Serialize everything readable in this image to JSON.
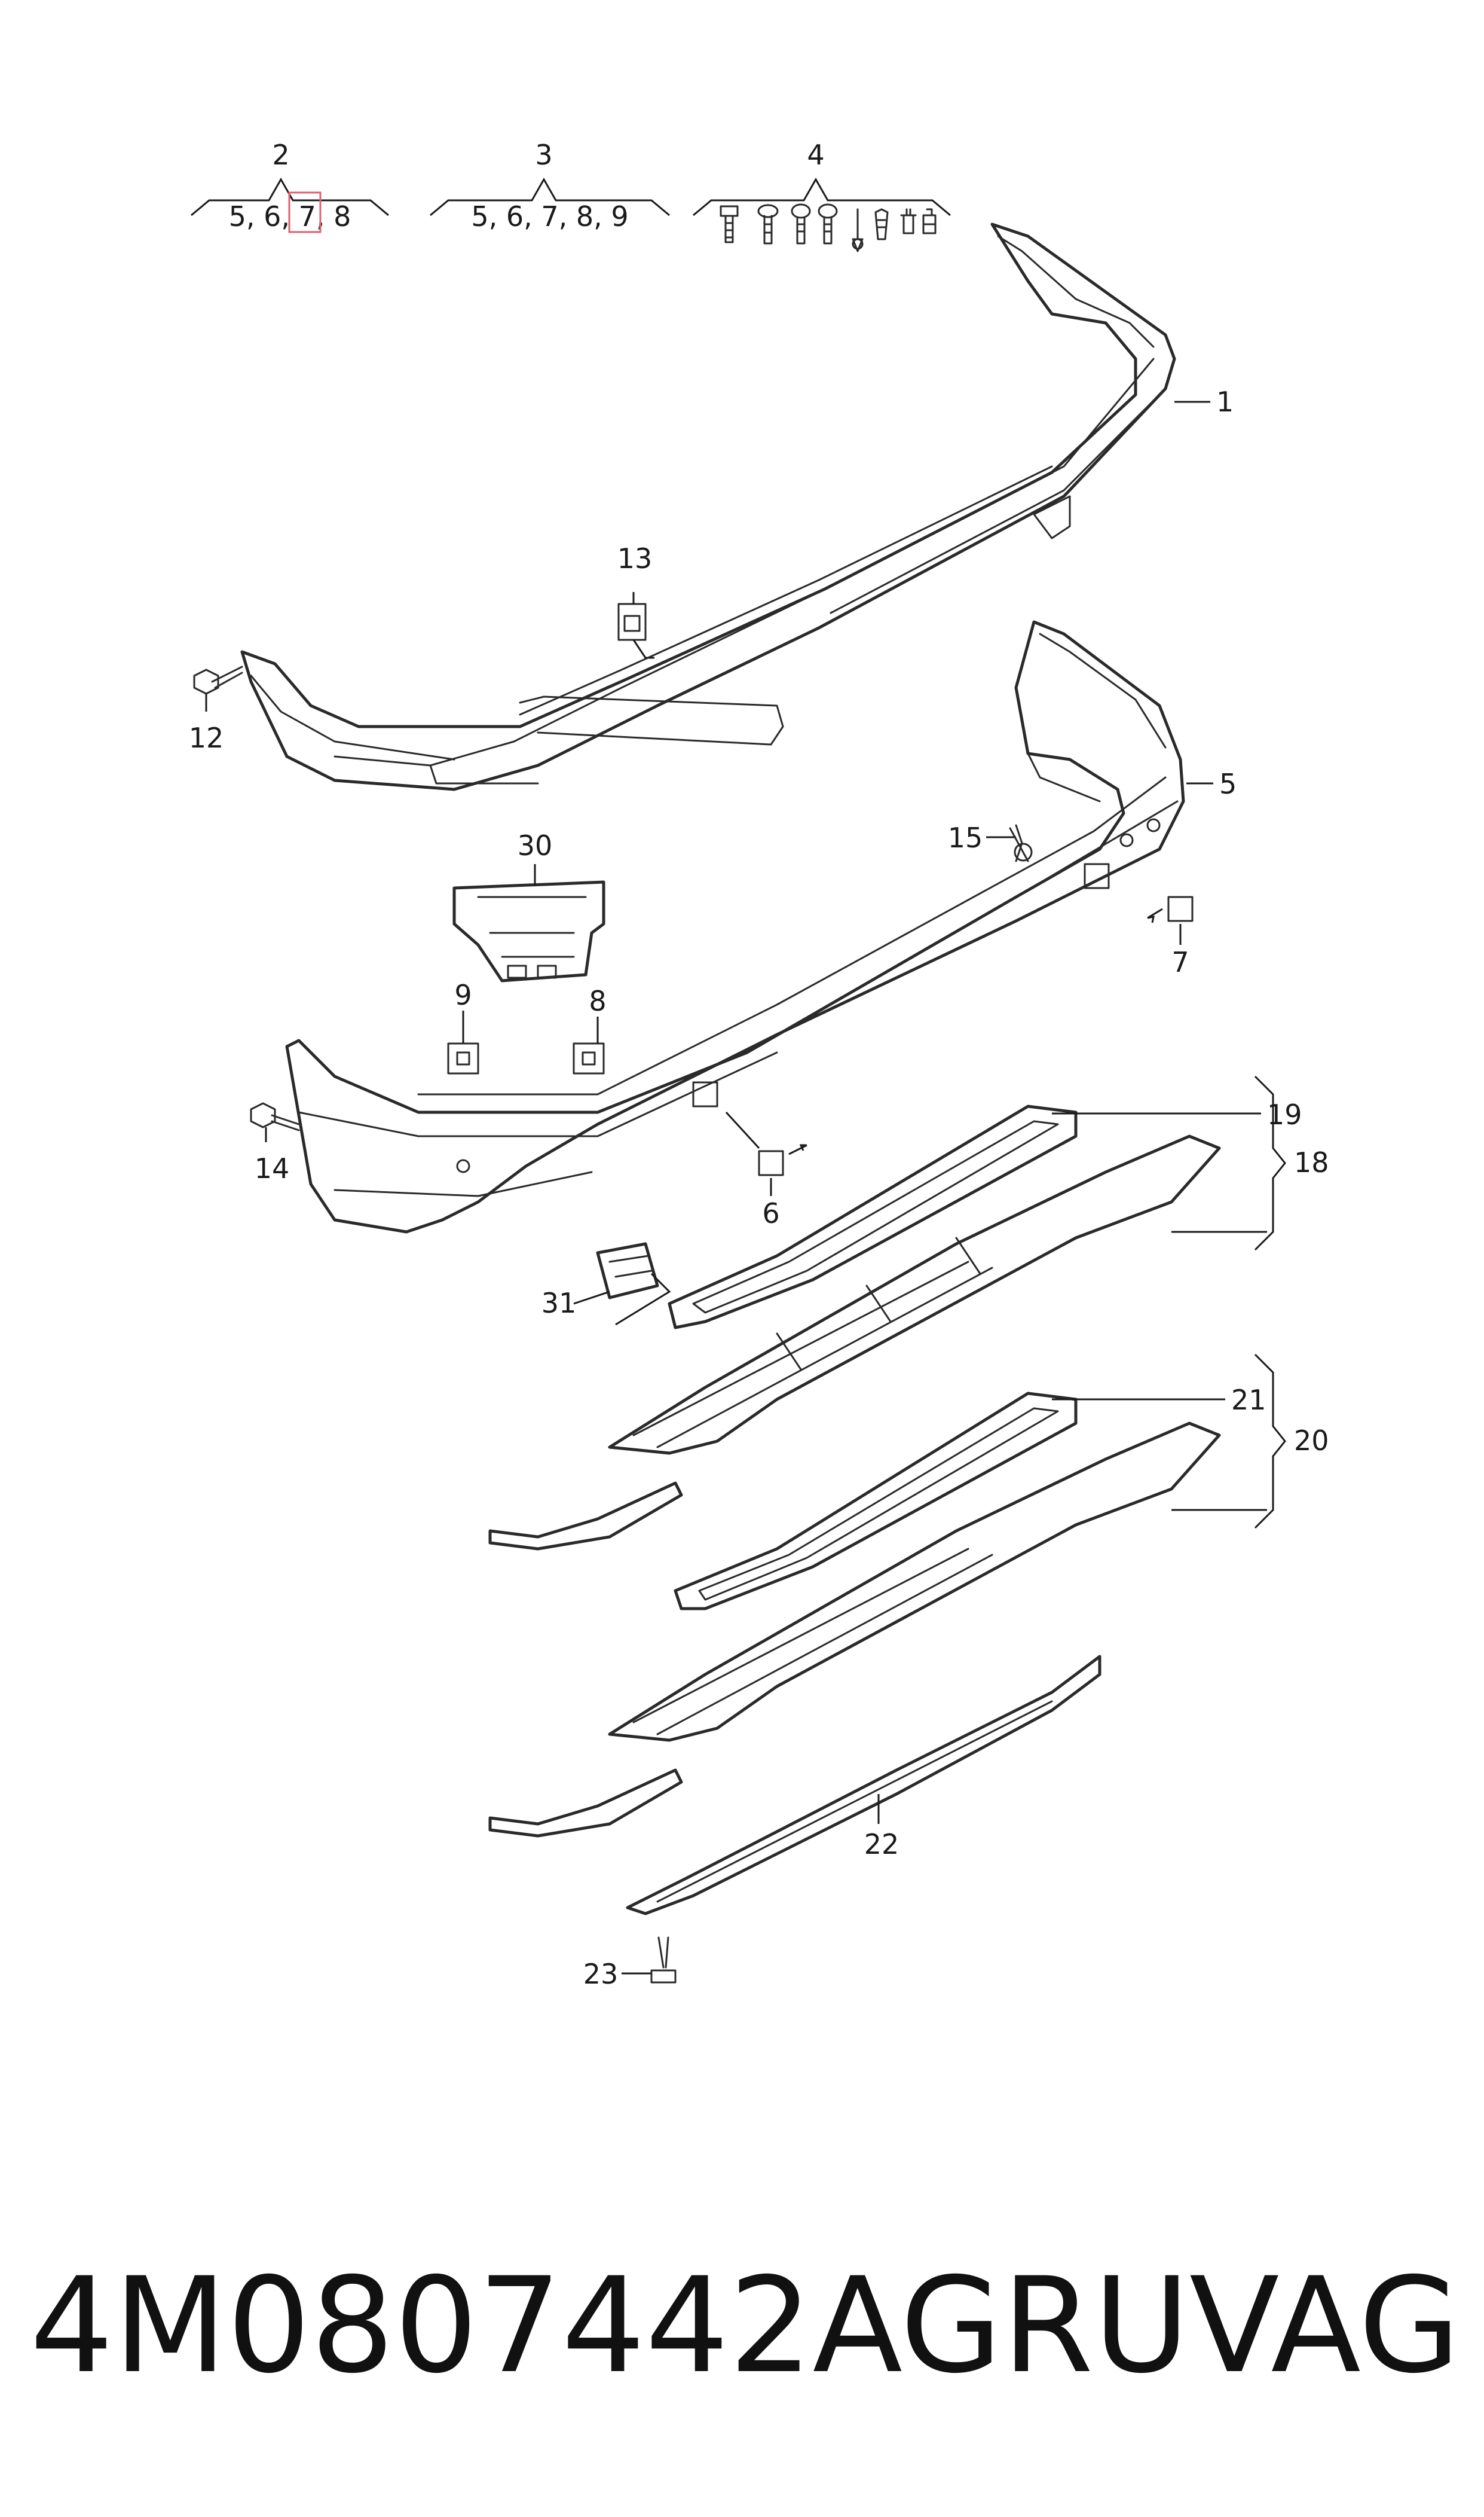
{
  "groups": [
    {
      "id": "2",
      "members": "5, 6, 7, 8"
    },
    {
      "id": "3",
      "members": "5, 6, 7, 8, 9"
    },
    {
      "id": "4",
      "members": ""
    }
  ],
  "callouts": {
    "c1": "1",
    "c5": "5",
    "c6": "6",
    "c7": "7",
    "c8": "8",
    "c9": "9",
    "c12": "12",
    "c13": "13",
    "c14": "14",
    "c15": "15",
    "c18": "18",
    "c19": "19",
    "c20": "20",
    "c21": "21",
    "c22": "22",
    "c23": "23",
    "c30": "30",
    "c31": "31"
  },
  "highlight": {
    "group": "2",
    "item": "7",
    "color": "#e06070"
  },
  "footer": {
    "part_number": "4M0807442AGRU",
    "brand": "VAG"
  }
}
